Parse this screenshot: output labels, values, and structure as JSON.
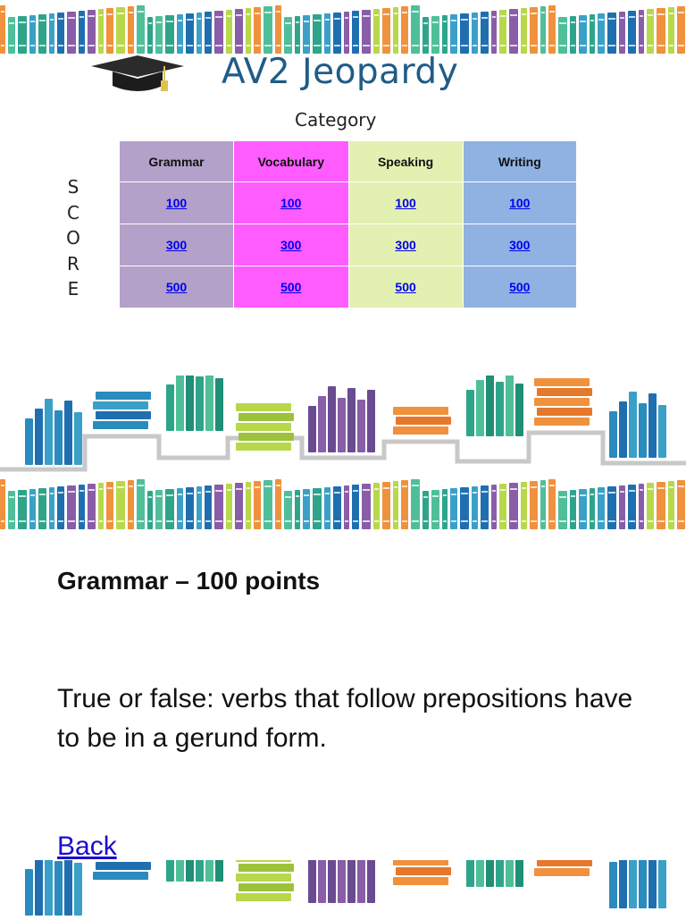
{
  "title": "AV2 Jeopardy",
  "category_label": "Category",
  "score_label": [
    "S",
    "C",
    "O",
    "R",
    "E"
  ],
  "board": {
    "categories": [
      {
        "name": "Grammar",
        "color": "#b3a1c9"
      },
      {
        "name": "Vocabulary",
        "color": "#ff5cff"
      },
      {
        "name": "Speaking",
        "color": "#e2f0b1"
      },
      {
        "name": "Writing",
        "color": "#8fb2e3"
      }
    ],
    "point_rows": [
      [
        "100",
        "100",
        "100",
        "100"
      ],
      [
        "300",
        "300",
        "300",
        "300"
      ],
      [
        "500",
        "500",
        "500",
        "500"
      ]
    ]
  },
  "question_slide": {
    "heading": "Grammar – 100 points",
    "question": "True or false: verbs that follow prepositions have to be in a gerund form.",
    "back_label": "Back"
  },
  "colors": {
    "title": "#1f5c87",
    "link": "#1a0dcc",
    "book_palette": [
      "#f0913d",
      "#8a5da8",
      "#3aa0c8",
      "#4fbf9a",
      "#b7d84b",
      "#1f6fb0",
      "#2ea58a"
    ]
  },
  "icons": [
    "graduation-cap-icon",
    "bookshelf-illustration",
    "book-strip-decoration"
  ]
}
